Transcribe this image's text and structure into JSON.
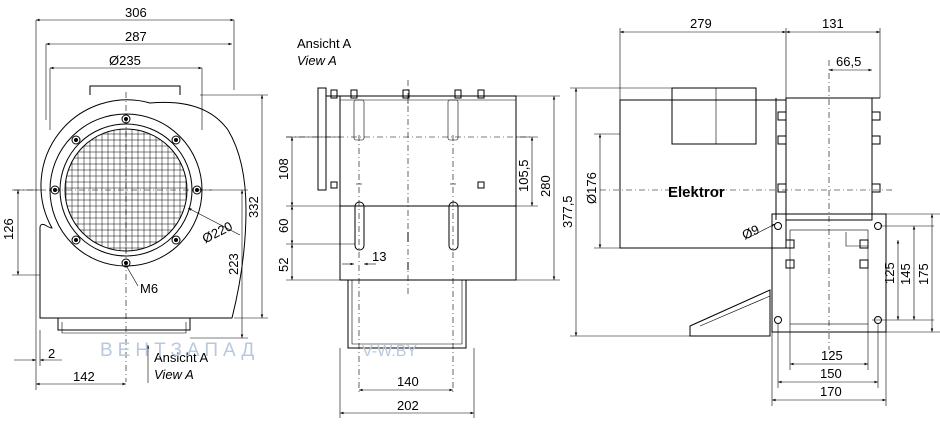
{
  "left_view": {
    "dim_306": "306",
    "dim_287": "287",
    "dim_235": "Ø235",
    "dim_220": "Ø220",
    "dim_126": "126",
    "dim_332": "332",
    "dim_223": "223",
    "dim_2": "2",
    "dim_142": "142",
    "screw_label": "M6",
    "view_ref_de": "Ansicht A",
    "view_ref_en": "View A"
  },
  "middle_view": {
    "title_de": "Ansicht A",
    "title_en": "View A",
    "dim_108": "108",
    "dim_60": "60",
    "dim_52": "52",
    "dim_13": "13",
    "dim_105_5": "105,5",
    "dim_280": "280",
    "dim_140": "140",
    "dim_202": "202"
  },
  "right_view": {
    "dim_279": "279",
    "dim_131": "131",
    "dim_66_5": "66,5",
    "dim_377_5": "377,5",
    "dim_176": "Ø176",
    "brand": "Elektror",
    "dim_9": "Ø9",
    "dim_125v": "125",
    "dim_145": "145",
    "dim_175": "175",
    "dim_125h": "125",
    "dim_150": "150",
    "dim_170": "170"
  },
  "watermark": {
    "name": "ВЕНТЗАПАД",
    "site": "V-W.BY"
  }
}
